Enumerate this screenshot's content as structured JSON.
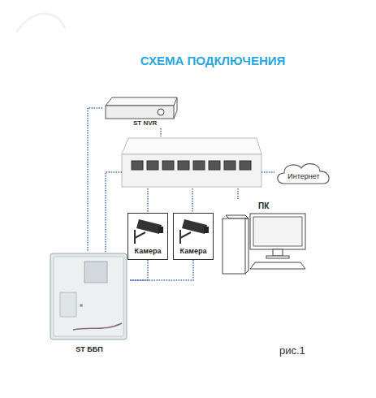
{
  "diagram": {
    "title": "СХЕМА ПОДКЛЮЧЕНИЯ",
    "nodes": [
      {
        "text": [
          "ST NVR"
        ]
      },
      {
        "text": []
      },
      {
        "text": [
          "Интернет"
        ]
      },
      {
        "text": [
          "Камера"
        ]
      },
      {
        "text": [
          "Камера"
        ]
      },
      {
        "text": [
          "ПК"
        ]
      },
      {
        "text": [
          "ST ББП"
        ]
      }
    ],
    "edges": [
      {
        "from": 0,
        "to": 1,
        "arrow": "none"
      },
      {
        "from": 0,
        "to": 6,
        "arrow": "none"
      },
      {
        "from": 1,
        "to": 6,
        "arrow": "none"
      },
      {
        "from": 1,
        "to": 2,
        "arrow": "none"
      },
      {
        "from": 1,
        "to": 3,
        "arrow": "none"
      },
      {
        "from": 1,
        "to": 4,
        "arrow": "none"
      },
      {
        "from": 1,
        "to": 5,
        "arrow": "none"
      },
      {
        "from": 3,
        "to": 6,
        "arrow": "none"
      },
      {
        "from": 4,
        "to": 6,
        "arrow": "none"
      }
    ],
    "labels": [
      "рис.1"
    ]
  }
}
